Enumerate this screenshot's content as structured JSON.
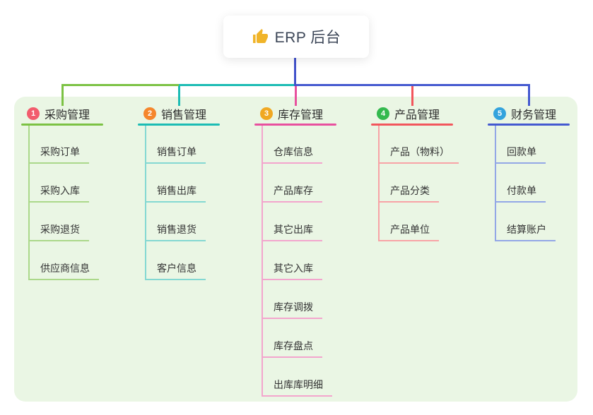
{
  "root": {
    "label": "ERP 后台",
    "icon": "thumbs-up",
    "connector_color": "#4353cb"
  },
  "canvas": {
    "background": "#ffffff",
    "panel_color": "#eaf6e4"
  },
  "branches": [
    {
      "num": "1",
      "label": "采购管理",
      "badge_color": "#f25c6d",
      "line_color": "#7cc244",
      "light_color": "#abd88a",
      "children": [
        "采购订单",
        "采购入库",
        "采购退货",
        "供应商信息"
      ]
    },
    {
      "num": "2",
      "label": "销售管理",
      "badge_color": "#f5862c",
      "line_color": "#1cbcb4",
      "light_color": "#84d8d2",
      "children": [
        "销售订单",
        "销售出库",
        "销售退货",
        "客户信息"
      ]
    },
    {
      "num": "3",
      "label": "库存管理",
      "badge_color": "#f0a822",
      "line_color": "#e8509e",
      "light_color": "#f3a5cd",
      "children": [
        "仓库信息",
        "产品库存",
        "其它出库",
        "其它入库",
        "库存调拨",
        "库存盘点",
        "出库库明细"
      ]
    },
    {
      "num": "4",
      "label": "产品管理",
      "badge_color": "#33b94e",
      "line_color": "#f2565c",
      "light_color": "#f8a3a6",
      "children": [
        "产品（物料）",
        "产品分类",
        "产品单位"
      ]
    },
    {
      "num": "5",
      "label": "财务管理",
      "badge_color": "#33a3dd",
      "line_color": "#4459d0",
      "light_color": "#93a7e6",
      "children": [
        "回款单",
        "付款单",
        "结算账户"
      ]
    }
  ]
}
